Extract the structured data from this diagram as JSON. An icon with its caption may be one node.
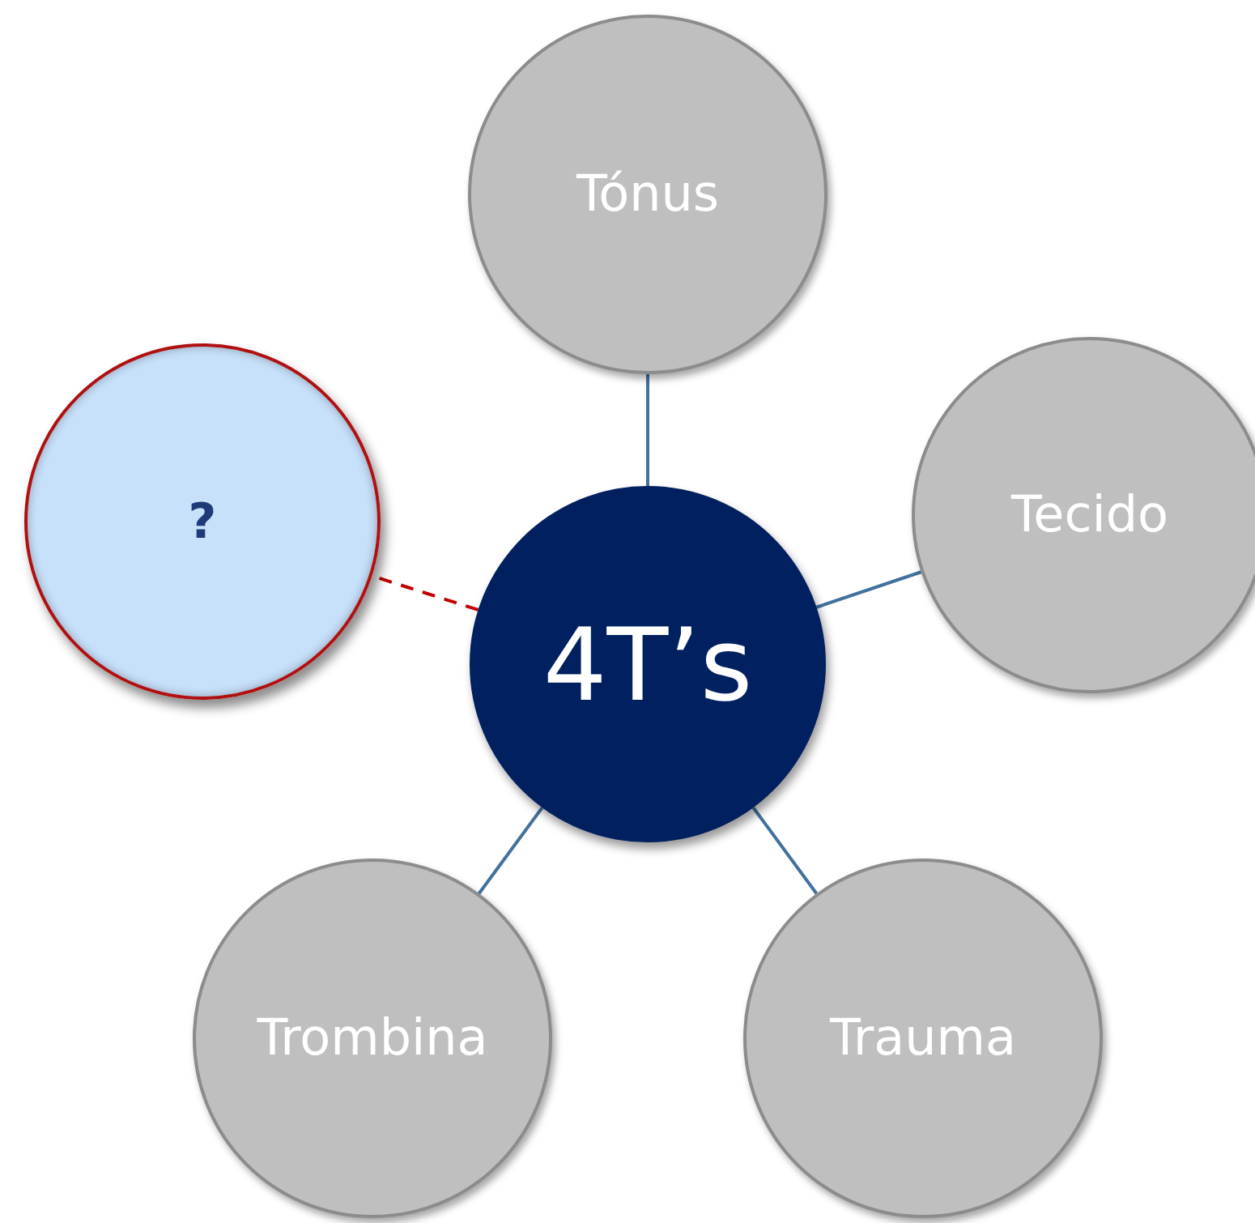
{
  "diagram": {
    "nodes": [
      {
        "text": [
          "4T’s"
        ]
      },
      {
        "text": [
          "Tónus"
        ]
      },
      {
        "text": [
          "Tecido"
        ]
      },
      {
        "text": [
          "Trauma"
        ]
      },
      {
        "text": [
          "Trombina"
        ]
      },
      {
        "text": [
          "?"
        ]
      }
    ],
    "edges": [
      {
        "from": 0,
        "to": 1,
        "arrow": "none"
      },
      {
        "from": 0,
        "to": 2,
        "arrow": "none"
      },
      {
        "from": 0,
        "to": 3,
        "arrow": "none"
      },
      {
        "from": 0,
        "to": 4,
        "arrow": "none"
      },
      {
        "from": 0,
        "to": 5,
        "arrow": "none",
        "style": "dashed",
        "color": "#c00000"
      }
    ]
  }
}
